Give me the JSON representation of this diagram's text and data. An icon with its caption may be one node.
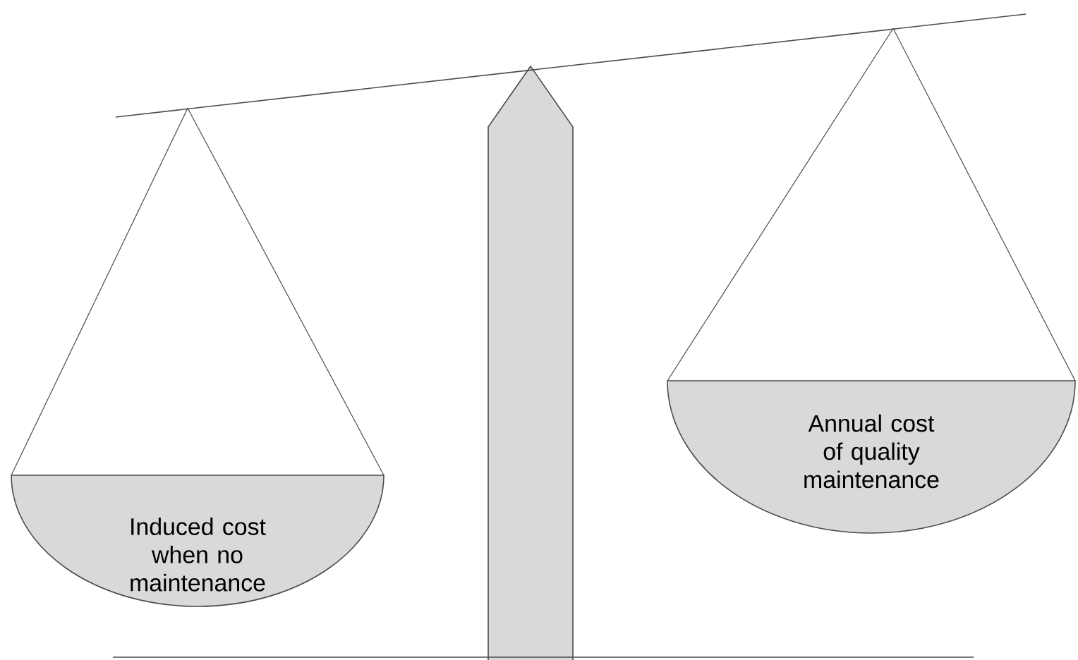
{
  "diagram": {
    "nodes": [
      {
        "text": [],
        "shape": "bar"
      },
      {
        "text": [
          "Induced cost when no maintenance"
        ]
      },
      {
        "text": [
          "Annual cost of quality maintenance"
        ]
      }
    ],
    "edges": [
      {
        "from": 0,
        "to": 1,
        "arrow": "none"
      },
      {
        "from": 0,
        "to": 2,
        "arrow": "none"
      }
    ]
  }
}
